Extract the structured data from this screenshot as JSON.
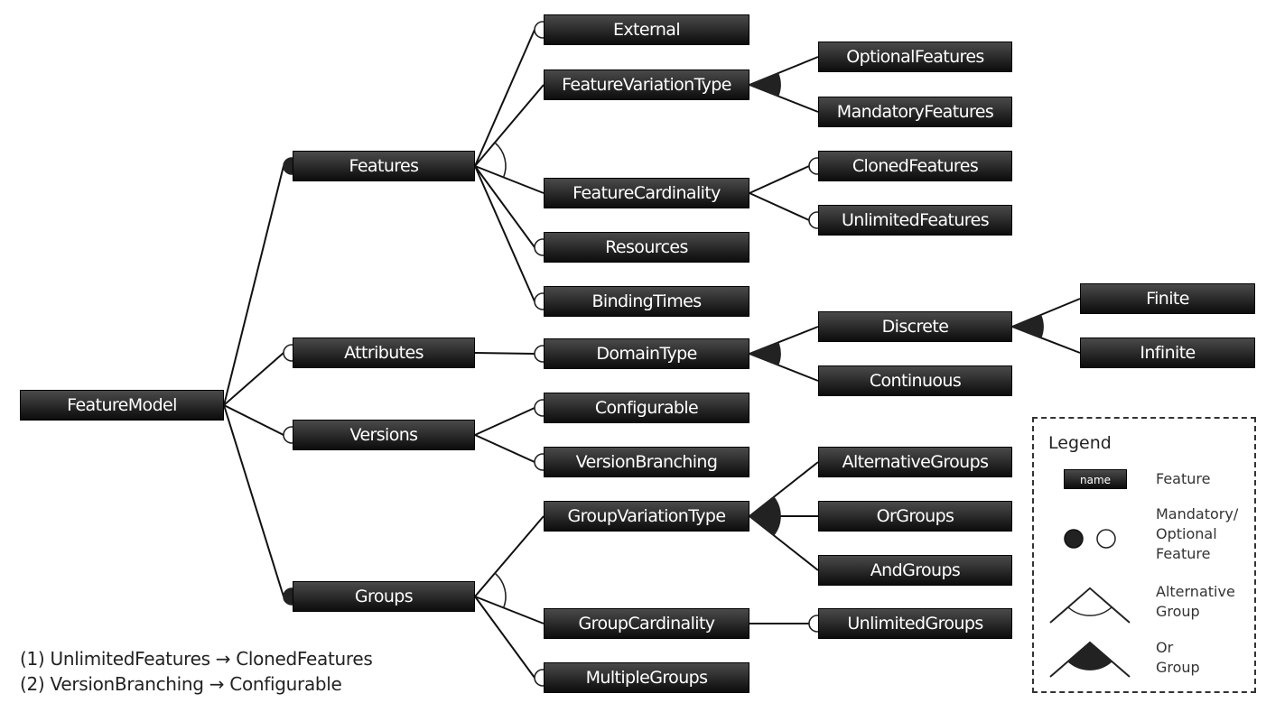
{
  "features": {
    "FeatureModel": "FeatureModel",
    "Features": "Features",
    "Attributes": "Attributes",
    "Versions": "Versions",
    "Groups": "Groups",
    "External": "External",
    "FeatureVariationType": "FeatureVariationType",
    "FeatureCardinality": "FeatureCardinality",
    "Resources": "Resources",
    "BindingTimes": "BindingTimes",
    "DomainType": "DomainType",
    "Configurable": "Configurable",
    "VersionBranching": "VersionBranching",
    "GroupVariationType": "GroupVariationType",
    "GroupCardinality": "GroupCardinality",
    "MultipleGroups": "MultipleGroups",
    "OptionalFeatures": "OptionalFeatures",
    "MandatoryFeatures": "MandatoryFeatures",
    "ClonedFeatures": "ClonedFeatures",
    "UnlimitedFeatures": "UnlimitedFeatures",
    "Discrete": "Discrete",
    "Continuous": "Continuous",
    "Finite": "Finite",
    "Infinite": "Infinite",
    "AlternativeGroups": "AlternativeGroups",
    "OrGroups": "OrGroups",
    "AndGroups": "AndGroups",
    "UnlimitedGroups": "UnlimitedGroups"
  },
  "constraints": [
    "(1) UnlimitedFeatures → ClonedFeatures",
    "(2) VersionBranching → Configurable"
  ],
  "legend": {
    "title": "Legend",
    "chip_label": "name",
    "feature_label": "Feature",
    "mandatory_optional_label": [
      "Mandatory/",
      "Optional",
      "Feature"
    ],
    "alternative_label": [
      "Alternative",
      "Group"
    ],
    "or_label": [
      "Or",
      "Group"
    ]
  },
  "edges": [
    {
      "parent": "FeatureModel",
      "child": "Features",
      "kind": "mandatory"
    },
    {
      "parent": "FeatureModel",
      "child": "Attributes",
      "kind": "optional"
    },
    {
      "parent": "FeatureModel",
      "child": "Versions",
      "kind": "optional"
    },
    {
      "parent": "FeatureModel",
      "child": "Groups",
      "kind": "mandatory"
    },
    {
      "parent": "Features",
      "child": "External",
      "kind": "optional"
    },
    {
      "parent": "Features",
      "child": "FeatureVariationType",
      "kind": "alternative"
    },
    {
      "parent": "Features",
      "child": "FeatureCardinality",
      "kind": "alternative"
    },
    {
      "parent": "Features",
      "child": "Resources",
      "kind": "optional"
    },
    {
      "parent": "Features",
      "child": "BindingTimes",
      "kind": "optional"
    },
    {
      "parent": "FeatureVariationType",
      "child": "OptionalFeatures",
      "kind": "or"
    },
    {
      "parent": "FeatureVariationType",
      "child": "MandatoryFeatures",
      "kind": "or"
    },
    {
      "parent": "FeatureCardinality",
      "child": "ClonedFeatures",
      "kind": "optional"
    },
    {
      "parent": "FeatureCardinality",
      "child": "UnlimitedFeatures",
      "kind": "optional"
    },
    {
      "parent": "Attributes",
      "child": "DomainType",
      "kind": "optional"
    },
    {
      "parent": "DomainType",
      "child": "Discrete",
      "kind": "or"
    },
    {
      "parent": "DomainType",
      "child": "Continuous",
      "kind": "or"
    },
    {
      "parent": "Discrete",
      "child": "Finite",
      "kind": "or"
    },
    {
      "parent": "Discrete",
      "child": "Infinite",
      "kind": "or"
    },
    {
      "parent": "Versions",
      "child": "Configurable",
      "kind": "optional"
    },
    {
      "parent": "Versions",
      "child": "VersionBranching",
      "kind": "optional"
    },
    {
      "parent": "Groups",
      "child": "GroupVariationType",
      "kind": "alternative"
    },
    {
      "parent": "Groups",
      "child": "GroupCardinality",
      "kind": "alternative"
    },
    {
      "parent": "Groups",
      "child": "MultipleGroups",
      "kind": "optional"
    },
    {
      "parent": "GroupVariationType",
      "child": "AlternativeGroups",
      "kind": "or"
    },
    {
      "parent": "GroupVariationType",
      "child": "OrGroups",
      "kind": "or"
    },
    {
      "parent": "GroupVariationType",
      "child": "AndGroups",
      "kind": "or"
    },
    {
      "parent": "GroupCardinality",
      "child": "UnlimitedGroups",
      "kind": "optional"
    }
  ]
}
